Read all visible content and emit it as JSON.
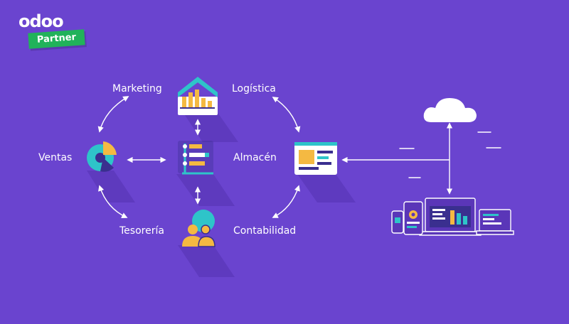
{
  "brand": {
    "logo": "odoo",
    "badge": "Partner"
  },
  "nodes": {
    "marketing": "Marketing",
    "logistica": "Logística",
    "ventas": "Ventas",
    "almacen": "Almacén",
    "tesoreria": "Tesorería",
    "contabilidad": "Contabilidad"
  },
  "colors": {
    "background": "#6a44cf",
    "teal": "#2ec4c9",
    "yellow": "#f4b942",
    "navy": "#3a2f8f",
    "badge_green": "#21b25a",
    "line": "#ffffff"
  },
  "icons": {
    "marketing": "house-bar-chart-icon",
    "ventas": "pie-chart-icon",
    "center": "process-list-icon",
    "tesoreria": "users-icon",
    "almacen": "browser-window-icon",
    "cloud": "cloud-icon",
    "devices": "devices-icon"
  }
}
